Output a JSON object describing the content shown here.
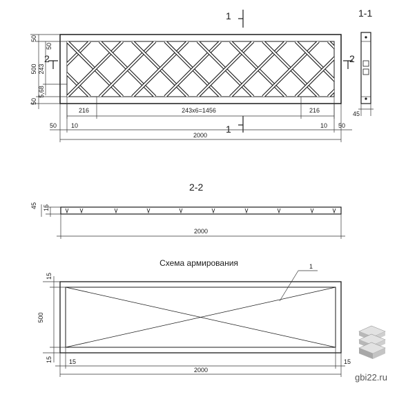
{
  "section_marks": {
    "s1": "1",
    "s2": "2",
    "s1_title": "1-1",
    "s2_title": "2-2"
  },
  "elevation": {
    "dims_left": [
      "50",
      "50",
      "500",
      "243",
      "5,68",
      "50"
    ],
    "dims_bottom": [
      "216",
      "243x6=1456",
      "216"
    ],
    "dims_total": [
      "50",
      "10",
      "2000",
      "10",
      "50"
    ]
  },
  "section_1": {
    "dim": "45"
  },
  "section_2": {
    "dims": [
      "45",
      "15"
    ],
    "length": "2000"
  },
  "reinforcement": {
    "title": "Схема армирования",
    "callout": "1",
    "dims_left": [
      "15",
      "500",
      "15"
    ],
    "dims_bottom": [
      "15",
      "2000",
      "15"
    ]
  },
  "watermark": {
    "text": "gbi22.ru"
  },
  "colors": {
    "ink": "#1a1a1a",
    "background": "#ffffff",
    "logo": "#b8b8b8"
  }
}
